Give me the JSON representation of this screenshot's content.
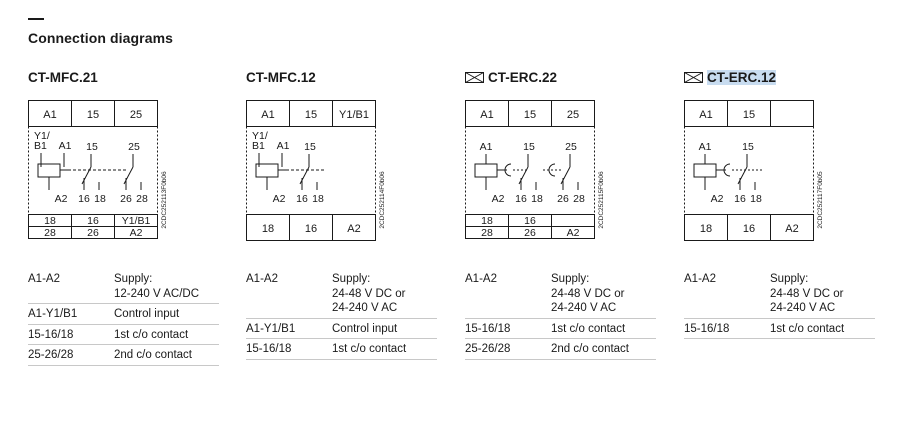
{
  "page": {
    "heading": "Connection diagrams"
  },
  "products": [
    {
      "name": "CT-MFC.21",
      "inactive_icon": false,
      "top_terminals": [
        "A1",
        "15",
        "25"
      ],
      "coil_labels": [
        "Y1/",
        "B1",
        "A1"
      ],
      "contact1": {
        "common": "15",
        "nc": "16",
        "no": "18"
      },
      "contact2": {
        "common": "25",
        "nc": "26",
        "no": "28"
      },
      "bottom_row1": [
        "18",
        "16",
        "Y1/B1"
      ],
      "bottom_row2": [
        "28",
        "26",
        "A2"
      ],
      "coil_a2": "A2",
      "code": "2CDC252113F0b06",
      "specs": [
        {
          "terminals": "A1-A2",
          "function": [
            "Supply:",
            "12-240 V AC/DC"
          ]
        },
        {
          "terminals": "A1-Y1/B1",
          "function": [
            "Control input"
          ]
        },
        {
          "terminals": "15-16/18",
          "function": [
            "1st c/o contact"
          ]
        },
        {
          "terminals": "25-26/28",
          "function": [
            "2nd c/o contact"
          ]
        }
      ]
    },
    {
      "name": "CT-MFC.12",
      "inactive_icon": false,
      "top_terminals": [
        "A1",
        "15",
        "Y1/B1"
      ],
      "coil_labels": [
        "Y1/",
        "B1",
        "A1"
      ],
      "contact1": {
        "common": "15",
        "nc": "16",
        "no": "18"
      },
      "bottom_row1": [
        "18",
        "16",
        "A2"
      ],
      "coil_a2": "A2",
      "code": "2CDC252114F0b06",
      "specs": [
        {
          "terminals": "A1-A2",
          "function": [
            "Supply:",
            "24-48 V DC or",
            "24-240 V AC"
          ]
        },
        {
          "terminals": "A1-Y1/B1",
          "function": [
            "Control input"
          ]
        },
        {
          "terminals": "15-16/18",
          "function": [
            "1st c/o contact"
          ]
        }
      ]
    },
    {
      "name": "CT-ERC.22",
      "inactive_icon": true,
      "top_terminals": [
        "A1",
        "15",
        "25"
      ],
      "coil_labels": [
        "A1"
      ],
      "contact1": {
        "common": "15",
        "nc": "16",
        "no": "18"
      },
      "contact2": {
        "common": "25",
        "nc": "26",
        "no": "28"
      },
      "bottom_row1": [
        "18",
        "16",
        ""
      ],
      "bottom_row2": [
        "28",
        "26",
        "A2"
      ],
      "coil_a2": "A2",
      "code": "2CDC252115F0b06",
      "specs": [
        {
          "terminals": "A1-A2",
          "function": [
            "Supply:",
            "24-48 V DC or",
            "24-240 V AC"
          ]
        },
        {
          "terminals": "15-16/18",
          "function": [
            "1st c/o contact"
          ]
        },
        {
          "terminals": "25-26/28",
          "function": [
            "2nd c/o contact"
          ]
        }
      ]
    },
    {
      "name": "CT-ERC.12",
      "inactive_icon": true,
      "highlighted": true,
      "top_terminals": [
        "A1",
        "15",
        ""
      ],
      "coil_labels": [
        "A1"
      ],
      "contact1": {
        "common": "15",
        "nc": "16",
        "no": "18"
      },
      "bottom_row1": [
        "18",
        "16",
        "A2"
      ],
      "coil_a2": "A2",
      "code": "2CDC252117F0b05",
      "specs": [
        {
          "terminals": "A1-A2",
          "function": [
            "Supply:",
            "24-48 V DC or",
            "24-240 V AC"
          ]
        },
        {
          "terminals": "15-16/18",
          "function": [
            "1st c/o contact"
          ]
        }
      ]
    }
  ]
}
